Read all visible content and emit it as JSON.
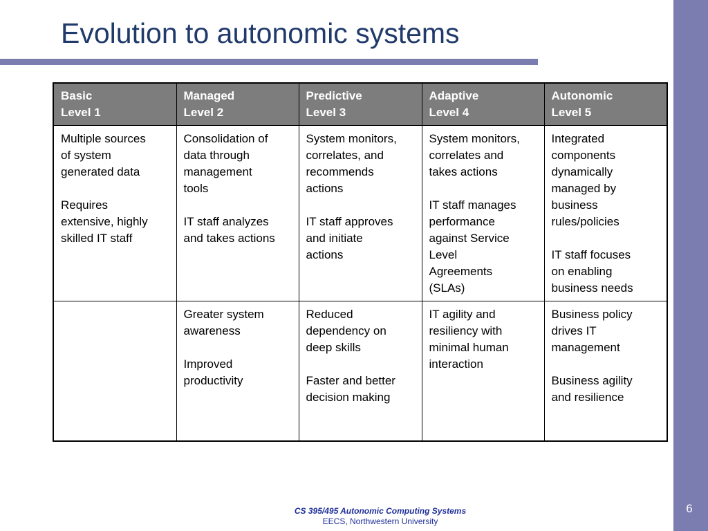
{
  "slide": {
    "title": "Evolution to autonomic systems",
    "page_number": "6",
    "footer": {
      "course": "CS 395/495 Autonomic Computing Systems",
      "department": "EECS,  Northwestern University"
    }
  },
  "table": {
    "headers": [
      {
        "name": "Basic",
        "level": "Level 1"
      },
      {
        "name": "Managed",
        "level": "Level 2"
      },
      {
        "name": "Predictive",
        "level": "Level 3"
      },
      {
        "name": "Adaptive",
        "level": "Level 4"
      },
      {
        "name": "Autonomic",
        "level": "Level 5"
      }
    ],
    "descriptions": [
      {
        "p1": [
          "Multiple sources",
          "of system",
          "generated data"
        ],
        "p2": [
          "Requires",
          "extensive, highly",
          "skilled IT staff"
        ]
      },
      {
        "p1": [
          "Consolidation of",
          "data through",
          "management",
          "tools"
        ],
        "p2": [
          "IT staff analyzes",
          "and takes actions"
        ]
      },
      {
        "p1": [
          "System monitors,",
          "correlates, and",
          "recommends",
          "actions"
        ],
        "p2": [
          "IT staff approves",
          "and initiate",
          "actions"
        ]
      },
      {
        "p1": [
          "System monitors,",
          "correlates and",
          "takes actions"
        ],
        "p2": [
          "IT staff manages",
          "performance",
          "against Service",
          "Level",
          "Agreements",
          "(SLAs)"
        ]
      },
      {
        "p1": [
          "Integrated",
          "components",
          "dynamically",
          "managed by",
          "business",
          "rules/policies"
        ],
        "p2": [
          "IT staff focuses",
          "on enabling",
          "business needs"
        ]
      }
    ],
    "benefits": [
      {
        "p1": [],
        "p2": []
      },
      {
        "p1": [
          "Greater system",
          "awareness"
        ],
        "p2": [
          "Improved",
          "productivity"
        ]
      },
      {
        "p1": [
          "Reduced",
          "dependency on",
          "deep skills"
        ],
        "p2": [
          "Faster and better",
          "decision making"
        ]
      },
      {
        "p1": [
          "IT agility and",
          "resiliency with",
          "minimal human",
          "interaction"
        ],
        "p2": []
      },
      {
        "p1": [
          "Business policy",
          "drives IT",
          "management"
        ],
        "p2": [
          "Business agility",
          "and resilience"
        ]
      }
    ]
  },
  "colors": {
    "accent_bar": "#7b7db0",
    "title_text": "#1f3a6b",
    "header_fill": "#7d7d7d",
    "footer_text": "#1f2f9a"
  }
}
